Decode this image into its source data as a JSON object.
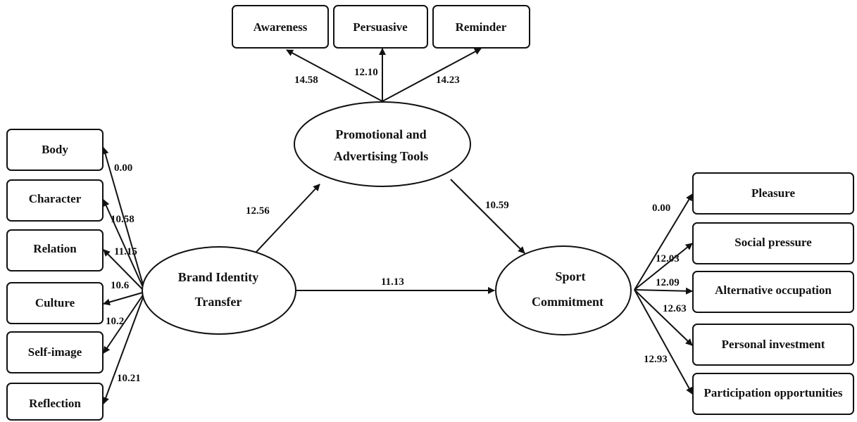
{
  "diagram": {
    "nodes": {
      "awareness": "Awareness",
      "persuasive": "Persuasive",
      "reminder": "Reminder",
      "promotional_line1": "Promotional and",
      "promotional_line2": "Advertising Tools",
      "brand_line1": "Brand Identity",
      "brand_line2": "Transfer",
      "sport_line1": "Sport",
      "sport_line2": "Commitment",
      "body": "Body",
      "character": "Character",
      "relation": "Relation",
      "culture": "Culture",
      "self_image": "Self-image",
      "reflection": "Reflection",
      "pleasure": "Pleasure",
      "social_pressure": "Social pressure",
      "alternative_occupation": "Alternative occupation",
      "personal_investment": "Personal investment",
      "participation_opportunities": "Participation opportunities"
    },
    "coefficients": {
      "awareness": "14.58",
      "persuasive": "12.10",
      "reminder": "14.23",
      "bit_to_pat": "12.56",
      "pat_to_sc": "10.59",
      "bit_to_sc": "11.13",
      "body": "0.00",
      "character": "10.58",
      "relation": "11.15",
      "culture": "10.6",
      "self_image": "10.2",
      "reflection": "10.21",
      "pleasure": "0.00",
      "social_pressure": "12.03",
      "alternative_occupation": "12.09",
      "personal_investment": "12.63",
      "participation_opportunities": "12.93"
    }
  }
}
